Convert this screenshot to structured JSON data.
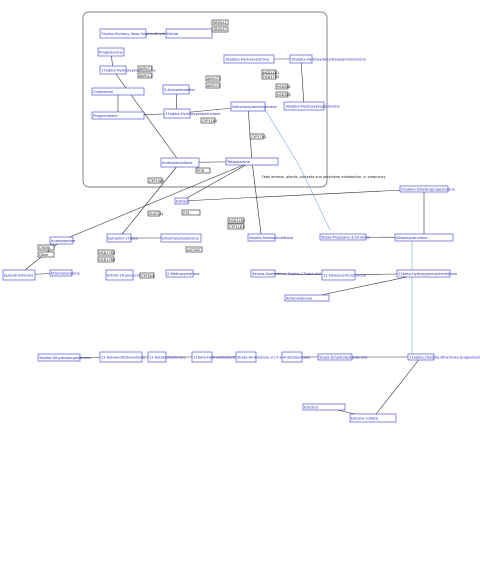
{
  "pathway_box_note": "Fetal adrenal, glands, placenta and peripheral metabolism, in pregnancy",
  "metabolites": [
    {
      "id": "m1",
      "label": "7alpha-Hydroxy-3oxo-5alpha-dihydro"
    },
    {
      "id": "m2",
      "label": "Estriol"
    },
    {
      "id": "m3",
      "label": "16alpha-Hydroxyestrone"
    },
    {
      "id": "m4",
      "label": "16alpha-Hydroxydehydroepiandrosterone"
    },
    {
      "id": "m5",
      "label": "16alpha-Hydroxyprogesterone"
    },
    {
      "id": "m6",
      "label": "Cholesterol"
    },
    {
      "id": "m7",
      "label": "Pregnenolone"
    },
    {
      "id": "m8",
      "label": "17alpha-Hydroxypregnenolone"
    },
    {
      "id": "m9",
      "label": "Dehydroepiandrosterone"
    },
    {
      "id": "m10",
      "label": "5-Androstenediol"
    },
    {
      "id": "m11",
      "label": "Progesterone"
    },
    {
      "id": "m12",
      "label": "17alpha-Hydroxyprogesterone"
    },
    {
      "id": "m13",
      "label": "Androstenedione"
    },
    {
      "id": "m14",
      "label": "Testosterone"
    },
    {
      "id": "m15",
      "label": "Estrone"
    },
    {
      "id": "m16",
      "label": "Estradiol-17beta"
    },
    {
      "id": "m17",
      "label": "Dihydrotestosterone"
    },
    {
      "id": "m18",
      "label": "5alpha-Androstanedione"
    },
    {
      "id": "m19",
      "label": "Androsterone"
    },
    {
      "id": "m20",
      "label": "Epiandrosterone"
    },
    {
      "id": "m21",
      "label": "Etiocholanolone"
    },
    {
      "id": "m22",
      "label": "Estriol-16-glucuronide"
    },
    {
      "id": "m23",
      "label": "2-Methoxyestrone"
    },
    {
      "id": "m24",
      "label": "5alpha-Androstane-3alpha,17beta-diol"
    },
    {
      "id": "m25",
      "label": "11-Deoxycorticosterone"
    },
    {
      "id": "m26",
      "label": "11beta-Hydroxyandrostenedione"
    },
    {
      "id": "m27",
      "label": "Adrenosterone"
    },
    {
      "id": "m28",
      "label": "20alpha-Dihydroprogesterone"
    },
    {
      "id": "m29",
      "label": "5beta-Pregnane-3,20-dione"
    },
    {
      "id": "m30",
      "label": "Allopregnanolone"
    },
    {
      "id": "m31",
      "label": "5alpha-Dihydroprogesterone"
    },
    {
      "id": "m32",
      "label": "11-Ketoandrostenedione"
    },
    {
      "id": "m33",
      "label": "11-Ketotestosterone"
    },
    {
      "id": "m34",
      "label": "11beta-Hydroxytestosterone"
    },
    {
      "id": "m35",
      "label": "5beta-Androstane-3,17-dione"
    },
    {
      "id": "m36",
      "label": "Androstenediol"
    },
    {
      "id": "m37",
      "label": "5beta-Dihydrotestosterone"
    },
    {
      "id": "m38",
      "label": "17alpha,20alpha-Dihydroxy-progesterone"
    },
    {
      "id": "m39",
      "label": "Estetrol"
    },
    {
      "id": "m40",
      "label": "Estrone sulfate"
    }
  ],
  "genes": [
    {
      "id": "g1",
      "label": "SRD5A1"
    },
    {
      "id": "g2",
      "label": "SRD5A2"
    },
    {
      "id": "g3",
      "label": "AKR1C1"
    },
    {
      "id": "g4",
      "label": "AKR1C2"
    },
    {
      "id": "g5",
      "label": "AKR1C3"
    },
    {
      "id": "g6",
      "label": "AKR1C4"
    },
    {
      "id": "g7",
      "label": "HSD17B1"
    },
    {
      "id": "g8",
      "label": "HSD17B2"
    },
    {
      "id": "g9",
      "label": "HSD3B1"
    },
    {
      "id": "g10",
      "label": "HSD3B2"
    },
    {
      "id": "g11",
      "label": "CYP11A1"
    },
    {
      "id": "g12",
      "label": "CYP17A1"
    },
    {
      "id": "g13",
      "label": "POR"
    },
    {
      "id": "g14",
      "label": "CYP19A1"
    },
    {
      "id": "g15",
      "label": "SULT2A1"
    },
    {
      "id": "g16",
      "label": "STS"
    },
    {
      "id": "g17",
      "label": "HSD11B2"
    },
    {
      "id": "g18",
      "label": "CYP11B1"
    },
    {
      "id": "g19",
      "label": "CYB5A"
    },
    {
      "id": "g20",
      "label": "Other"
    },
    {
      "id": "g21",
      "label": "HSD17B3"
    },
    {
      "id": "g22",
      "label": "HSD17B6"
    },
    {
      "id": "g23",
      "label": "CYP3A4"
    },
    {
      "id": "g24",
      "label": "UGT2B7"
    }
  ]
}
